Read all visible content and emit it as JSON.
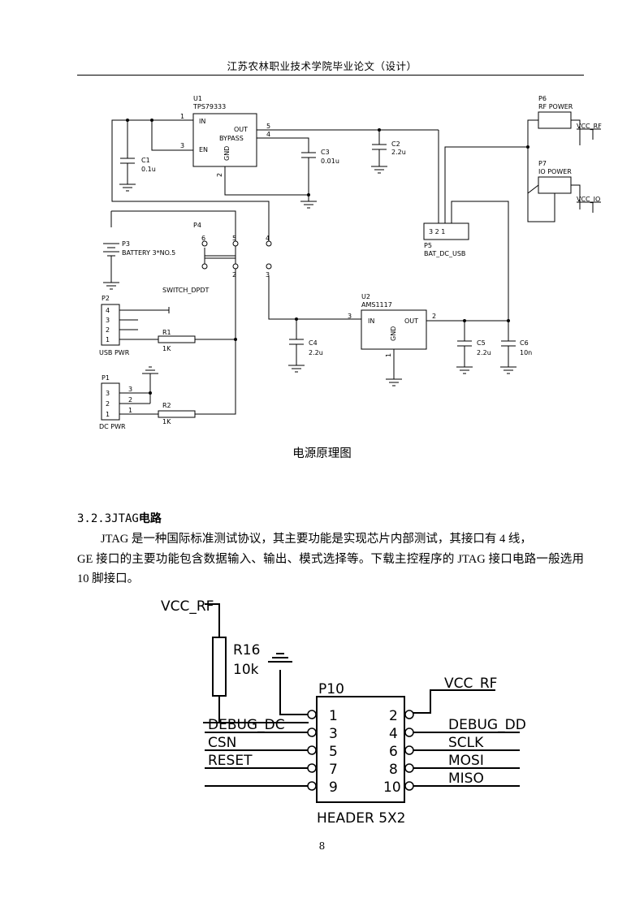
{
  "header": {
    "title": "江苏农林职业技术学院毕业论文（设计）"
  },
  "figure1": {
    "caption": "电源原理图",
    "labels": {
      "u1_ref": "U1",
      "u1_part": "TPS79333",
      "u1_in": "IN",
      "u1_en": "EN",
      "u1_out": "OUT",
      "u1_bypass": "BYPASS",
      "u1_gnd": "GND",
      "u1_pin1": "1",
      "u1_pin3": "3",
      "u1_pin5": "5",
      "u1_pin4": "4",
      "u1_pin2": "2",
      "c1_ref": "C1",
      "c1_val": "0.1u",
      "c2_ref": "C2",
      "c2_val": "2.2u",
      "c3_ref": "C3",
      "c3_val": "0.01u",
      "p6_ref": "P6",
      "p6_name": "RF POWER",
      "p6_net": "VCC_RF",
      "p7_ref": "P7",
      "p7_name": "IO POWER",
      "p7_net": "VCC_IO",
      "p5_ref": "P5",
      "p5_name": "BAT_DC_USB",
      "p5_pins": "3 2 1",
      "p3_ref": "P3",
      "p3_name": "BATTERY 3*NO.5",
      "p4_ref": "P4",
      "p4_name": "SWITCH_DPDT",
      "p4_pin6": "6",
      "p4_pin5": "5",
      "p4_pin4": "4",
      "p4_pin3": "3",
      "p4_pin2": "2",
      "p2_ref": "P2",
      "p2_name": "USB PWR",
      "p1_ref": "P1",
      "p1_name": "DC PWR",
      "r1_ref": "R1",
      "r1_val": "1K",
      "r2_ref": "R2",
      "r2_val": "1K",
      "u2_ref": "U2",
      "u2_part": "AMS1117",
      "u2_in": "IN",
      "u2_out": "OUT",
      "u2_gnd": "GND",
      "u2_pin3": "3",
      "u2_pin2": "2",
      "u2_pin1": "1",
      "c4_ref": "C4",
      "c4_val": "2.2u",
      "c5_ref": "C5",
      "c5_val": "2.2u",
      "c6_ref": "C6",
      "c6_val": "10n"
    }
  },
  "section": {
    "number": "3.2.3JTAG",
    "title": "电路",
    "paragraphs": [
      "JTAG 是一种国际标准测试协议，其主要功能是实现芯片内部测试，其接口有 4 线，",
      "GE 接口的主要功能包含数据输入、输出、模式选择等。下载主控程序的 JTAG 接口电路一般选用 10 脚接口。"
    ]
  },
  "figure2": {
    "labels": {
      "vcc_rf_left": "VCC_RF",
      "r16_ref": "R16",
      "r16_val": "10k",
      "p10_ref": "P10",
      "vcc_rf_right": "VCC_RF",
      "header_name": "HEADER 5X2",
      "net_debug_dc": "DEBUG_DC",
      "net_csn": "CSN",
      "net_reset": "RESET",
      "net_debug_dd": "DEBUG_DD",
      "net_sclk": "SCLK",
      "net_mosi": "MOSI",
      "net_miso": "MISO",
      "pin1": "1",
      "pin2": "2",
      "pin3": "3",
      "pin4": "4",
      "pin5": "5",
      "pin6": "6",
      "pin7": "7",
      "pin8": "8",
      "pin9": "9",
      "pin10": "10"
    }
  },
  "footer": {
    "page_number": "8"
  }
}
